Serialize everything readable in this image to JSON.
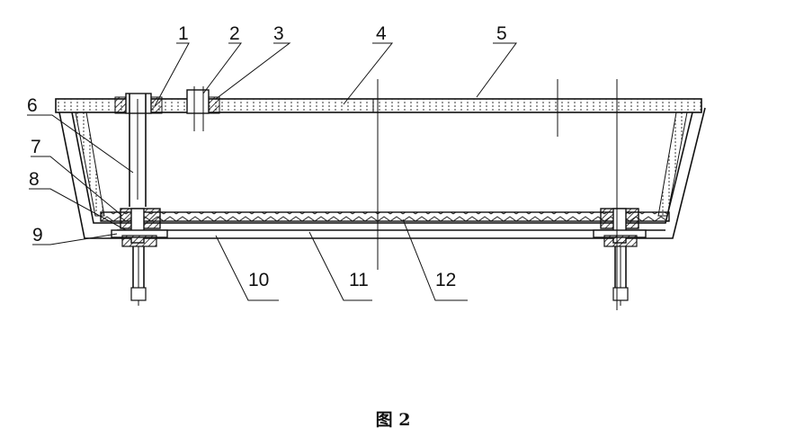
{
  "labels": [
    "1",
    "2",
    "3",
    "4",
    "5",
    "6",
    "7",
    "8",
    "9",
    "10",
    "11",
    "12"
  ],
  "caption": "图 2"
}
